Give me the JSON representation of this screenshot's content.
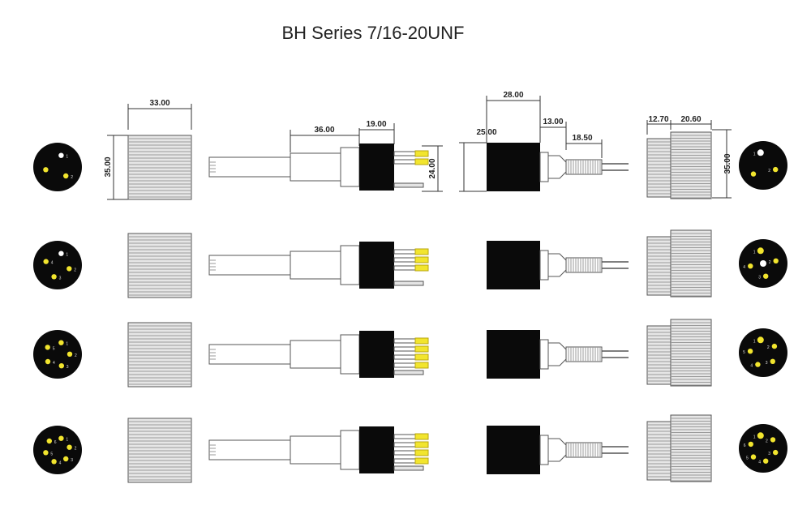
{
  "title": "BH Series 7/16-20UNF",
  "colors": {
    "body": "#0a0a0a",
    "pin": "#f2e52e",
    "pin_outline": "#b8a60e",
    "ridge_fill": "#e6e6e6",
    "ridge_line": "#9a9a9a",
    "outline": "#555555",
    "dim_line": "#333333"
  },
  "dimensions": {
    "female_knob_width": "33.00",
    "female_knob_height": "35.00",
    "cable_length": "36.00",
    "plug_width": "19.00",
    "plug_height": "24.00",
    "receptacle_height": "25.00",
    "receptacle_width": "28.00",
    "thread_length": "13.00",
    "pin_length": "18.50",
    "nut_thread": "12.70",
    "nut_knurl": "20.60",
    "nut_height": "35.00"
  },
  "rows": [
    {
      "pins": 3,
      "left_face_labels": [
        "1",
        "2"
      ],
      "right_face_labels": [
        "1",
        "2"
      ]
    },
    {
      "pins": 4,
      "left_face_labels": [
        "1",
        "2",
        "3",
        "4"
      ],
      "right_face_labels": [
        "1",
        "2",
        "3",
        "4"
      ]
    },
    {
      "pins": 5,
      "left_face_labels": [
        "1",
        "2",
        "3",
        "4",
        "5"
      ],
      "right_face_labels": [
        "1",
        "2",
        "3",
        "4",
        "5"
      ]
    },
    {
      "pins": 6,
      "left_face_labels": [
        "1",
        "2",
        "3",
        "4",
        "5",
        "6"
      ],
      "right_face_labels": [
        "1",
        "2",
        "3",
        "4",
        "5",
        "6"
      ]
    }
  ]
}
